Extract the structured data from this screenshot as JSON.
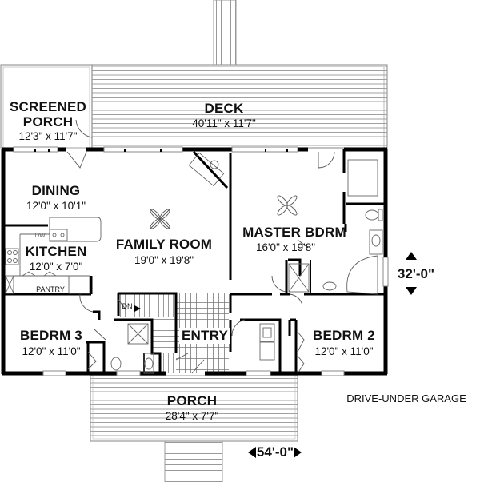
{
  "plan": {
    "rooms": [
      {
        "name": "SCREENED PORCH",
        "line1": "SCREENED",
        "line2": "PORCH",
        "size": "12'3\" x 11'7\""
      },
      {
        "name": "DECK",
        "size": "40'11\" x 11'7\""
      },
      {
        "name": "DINING",
        "size": "12'0\" x 10'1\""
      },
      {
        "name": "KITCHEN",
        "size": "12'0\" x 7'0\""
      },
      {
        "name": "FAMILY ROOM",
        "size": "19'0\" x 19'8\""
      },
      {
        "name": "MASTER BDRM",
        "size": "16'0\" x 19'8\""
      },
      {
        "name": "BEDRM 3",
        "size": "12'0\" x 11'0\""
      },
      {
        "name": "ENTRY",
        "size": ""
      },
      {
        "name": "BEDRM 2",
        "size": "12'0\" x 11'0\""
      },
      {
        "name": "PORCH",
        "size": "28'4\" x 7'7\""
      }
    ],
    "small_labels": {
      "pantry": "PANTRY",
      "dishwasher": "DW",
      "stairs_down": "DN"
    },
    "dimensions": {
      "depth": "32'-0\"",
      "width": "54'-0\""
    },
    "notes": {
      "garage": "DRIVE-UNDER GARAGE"
    },
    "colors": {
      "wall": "#000000",
      "deck_lines": "#9a9a9a",
      "fixture": "#666666"
    }
  }
}
